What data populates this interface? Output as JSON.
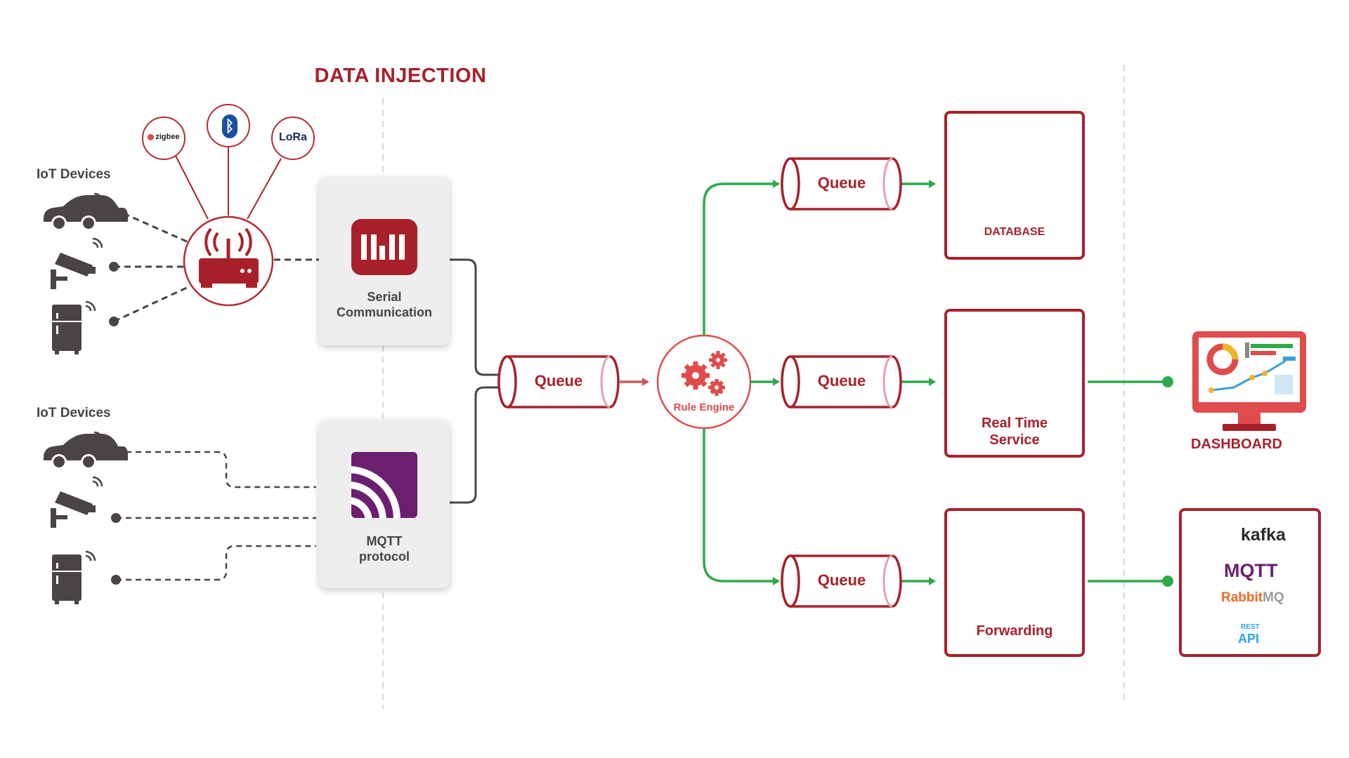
{
  "title": "DATA INJECTION",
  "iot_groups": [
    {
      "label": "IoT Devices"
    },
    {
      "label": "IoT Devices"
    }
  ],
  "protocols": {
    "zigbee": "zigbee",
    "bluetooth": "bluetooth-icon",
    "lora": "LoRa"
  },
  "inputs": {
    "serial": {
      "line1": "Serial",
      "line2": "Communication"
    },
    "mqtt": {
      "line1": "MQTT",
      "line2": "protocol"
    }
  },
  "queues": {
    "main": "Queue",
    "database": "Queue",
    "realtime": "Queue",
    "forwarding": "Queue"
  },
  "rule_engine": "Rule Engine",
  "outputs": {
    "database": "DATABASE",
    "realtime_line1": "Real Time",
    "realtime_line2": "Service",
    "forwarding": "Forwarding"
  },
  "dashboard": "DASHBOARD",
  "integrations": {
    "kafka": "kafka",
    "mqtt": "MQTT",
    "rabbitmq_a": "Rabbit",
    "rabbitmq_b": "MQ",
    "rest": "REST",
    "api": "API"
  },
  "colors": {
    "brand_red": "#a8212a",
    "gear_red": "#e04b4b",
    "green": "#2eaa4a",
    "dark": "#4a4444",
    "mqtt_purple": "#6b1f6e"
  }
}
